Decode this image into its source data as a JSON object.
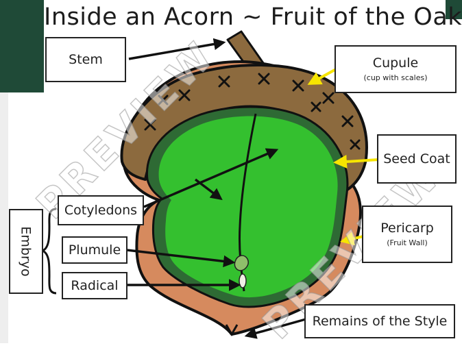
{
  "title": "Inside an Acorn ~ Fruit of the Oak",
  "labels": {
    "stem": "Stem",
    "cupule": "Cupule",
    "cupule_sub": "(cup with scales)",
    "seed_coat": "Seed Coat",
    "pericarp": "Pericarp",
    "pericarp_sub": "(Fruit Wall)",
    "cotyledons": "Cotyledons",
    "plumule": "Plumule",
    "radical": "Radical",
    "embryo": "Embryo",
    "remains_of_style": "Remains of the Style"
  },
  "watermark": "PREVIEW",
  "colors": {
    "page_background": "#ffffff",
    "corner_accent": "#1f4a37",
    "cupule_brown": "#8c6a3e",
    "pericarp_tan": "#d68a5e",
    "seed_coat_dark_green": "#2e6a34",
    "cotyledon_green": "#34c02f",
    "arrow_yellow": "#f7e500",
    "arrow_black": "#111111"
  }
}
